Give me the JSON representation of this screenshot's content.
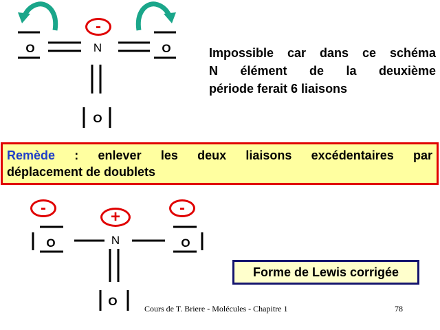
{
  "top_molecule": {
    "atoms": {
      "o_left": "O",
      "n_center": "N",
      "o_right": "O",
      "o_bottom": "O"
    },
    "charge_n": "-"
  },
  "statement": {
    "line1": "Impossible car dans ce schéma",
    "line2": "N élément de la deuxième",
    "line3": "période ferait 6 liaisons"
  },
  "remedy": {
    "keyword": "Remède",
    "text1": " : enlever les deux liaisons excédentaires par",
    "text2": "déplacement de doublets"
  },
  "bottom_molecule": {
    "atoms": {
      "o_left": "O",
      "n_center": "N",
      "o_right": "O",
      "o_bottom": "O"
    },
    "charge_o_left": "-",
    "charge_n": "+",
    "charge_o_right": "-"
  },
  "lewis_label": "Forme de Lewis corrigée",
  "footer": {
    "credit": "Cours de T. Briere - Molécules - Chapitre 1",
    "page": "78"
  },
  "colors": {
    "charge": "#e00000",
    "arrow": "#1aa68a",
    "remedy_bg": "#ffffa0",
    "keyword": "#1f3ec8",
    "lewis_border": "#14146e"
  },
  "icons": [
    "curved-arrow-icon"
  ]
}
